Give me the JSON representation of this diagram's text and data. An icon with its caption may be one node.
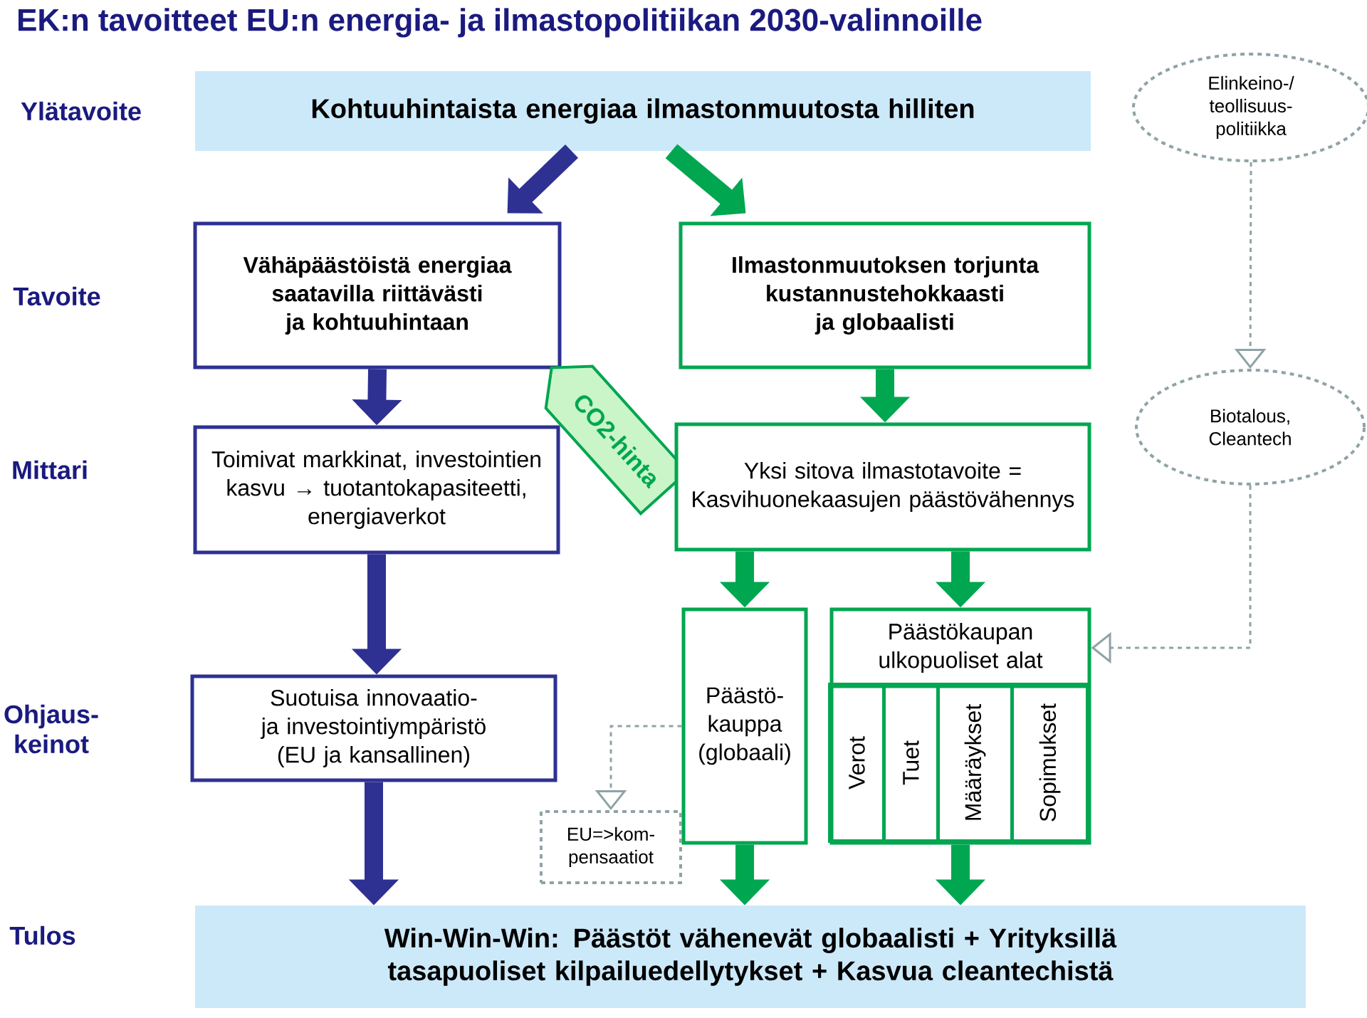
{
  "diagram": {
    "title": "EK:n tavoitteet EU:n energia- ja ilmastopolitiikan 2030-valinnoille",
    "nodes": [
      {
        "text": [
          "Kohtuuhintaista energiaa ilmastonmuutosta hilliten"
        ]
      },
      {
        "text": [
          "Elinkeino-/ teollisuus- politiikka"
        ]
      },
      {
        "text": [
          "Vähäpäästöistä energiaa saatavilla riittävästi ja kohtuuhintaan"
        ]
      },
      {
        "text": [
          "Ilmastonmuutoksen torjunta kustannustehokkaasti ja globaalisti"
        ]
      },
      {
        "text": [
          "Toimivat markkinat, investointien kasvu → tuotantokapasiteetti, energiaverkot"
        ]
      },
      {
        "text": [
          "CO2-hinta"
        ]
      },
      {
        "text": [
          "Yksi sitova ilmastotavoite = Kasvihuonekaasujen päästövähennys"
        ]
      },
      {
        "text": [
          "Biotalous, Cleantech"
        ]
      },
      {
        "text": [
          "Suotuisa innovaatio- ja investointiympäristö (EU ja kansallinen)"
        ]
      },
      {
        "text": [
          "Päästö- kauppa (globaali)"
        ]
      },
      {
        "text": [
          "Päästökaupan ulkopuoliset alat"
        ]
      },
      {
        "text": [
          "Verot"
        ],
        "in": 10
      },
      {
        "text": [
          "Tuet"
        ],
        "in": 10
      },
      {
        "text": [
          "Määräykset"
        ],
        "in": 10
      },
      {
        "text": [
          "Sopimukset"
        ],
        "in": 10
      },
      {
        "text": [
          "EU=>kom- pensaatiot"
        ]
      },
      {
        "text": [
          "Win-Win-Win: Päästöt vähenevät globaalisti +  Yrityksillä tasapuoliset kilpailuedellytykset + Kasvua cleantechistä"
        ]
      }
    ],
    "edges": [
      {
        "from": 0,
        "to": 2,
        "arrow": "to",
        "color": "#2e3192"
      },
      {
        "from": 0,
        "to": 3,
        "arrow": "to"
      },
      {
        "from": 1,
        "to": 7,
        "arrow": "to",
        "style": "dashed",
        "color": "#8fa3a6"
      },
      {
        "from": 2,
        "to": 4,
        "arrow": "to",
        "color": "#2e3192"
      },
      {
        "from": 3,
        "to": 6,
        "arrow": "to"
      },
      {
        "from": 4,
        "to": 8,
        "arrow": "to",
        "color": "#2e3192"
      },
      {
        "from": 6,
        "to": 9,
        "arrow": "to"
      },
      {
        "from": 6,
        "to": 10,
        "arrow": "to"
      },
      {
        "from": 8,
        "to": 16,
        "arrow": "to",
        "color": "#2e3192"
      },
      {
        "from": 9,
        "to": 16,
        "arrow": "to"
      },
      {
        "from": 10,
        "to": 16,
        "arrow": "to"
      },
      {
        "from": 9,
        "to": 15,
        "arrow": "to",
        "style": "dashed",
        "color": "#8fa3a6"
      },
      {
        "from": 7,
        "to": 10,
        "arrow": "to",
        "style": "dashed",
        "color": "#8fa3a6"
      }
    ],
    "labels": [
      "Ylätavoite",
      "Tavoite",
      "Mittari",
      "Ohjaus- keinot",
      "Tulos"
    ]
  }
}
